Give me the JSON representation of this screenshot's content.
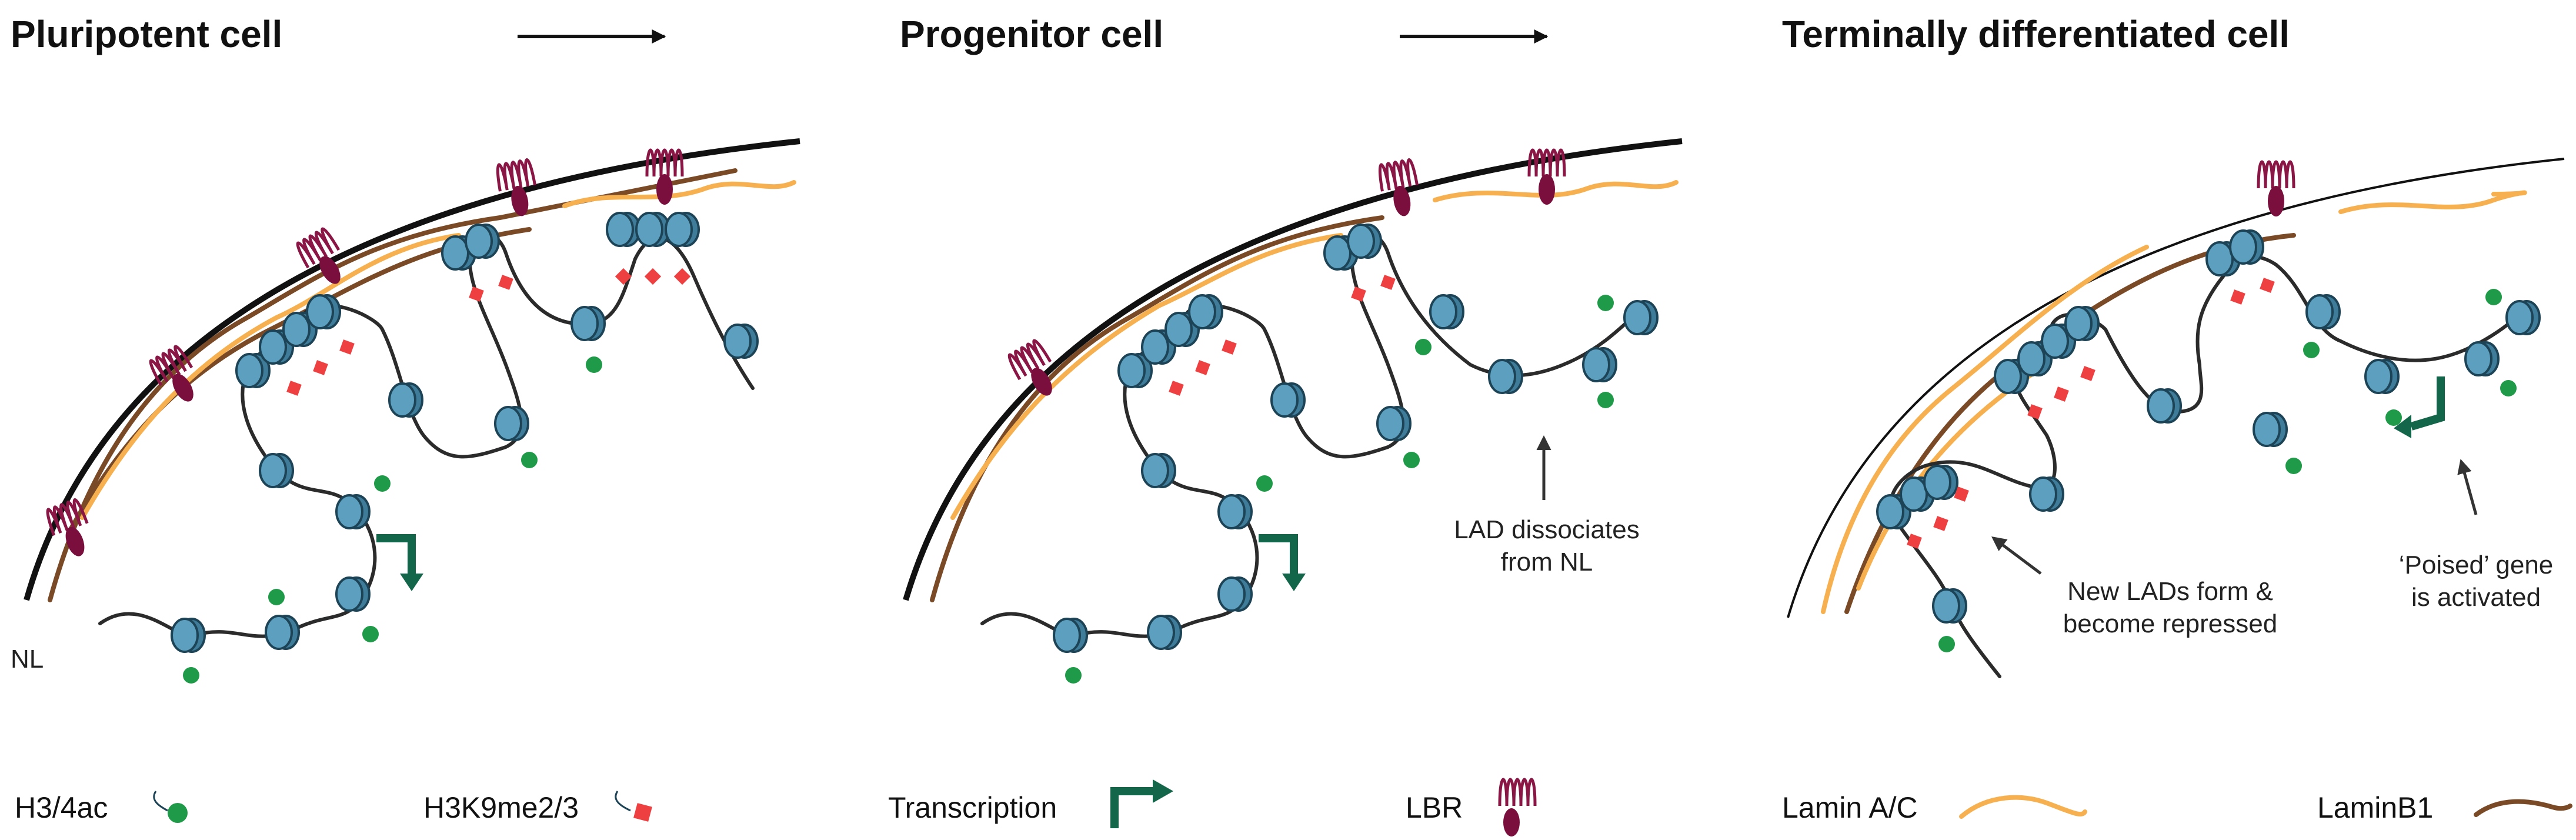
{
  "panels": [
    {
      "title": "Pluripotent cell",
      "labels": [
        "NL"
      ]
    },
    {
      "title": "Progenitor cell",
      "labels": [
        "LAD dissociates",
        "from NL"
      ]
    },
    {
      "title": "Terminally differentiated cell",
      "labels": [
        "New LADs form &",
        "become repressed",
        "‘Poised’ gene",
        "is activated"
      ]
    }
  ],
  "legend": {
    "h34ac": "H3/4ac",
    "h3k9": "H3K9me2/3",
    "transcription": "Transcription",
    "lbr": "LBR",
    "laminAC": "Lamin A/C",
    "laminB1": "LaminB1"
  },
  "colors": {
    "nucleosome": "#5c9fbf",
    "acetylation": "#1f9a48",
    "methylation": "#ee4040",
    "lbr": "#7a0f3d",
    "laminAC": "#f6b04f",
    "laminB1": "#7a4a26",
    "transcription": "#14664a"
  }
}
